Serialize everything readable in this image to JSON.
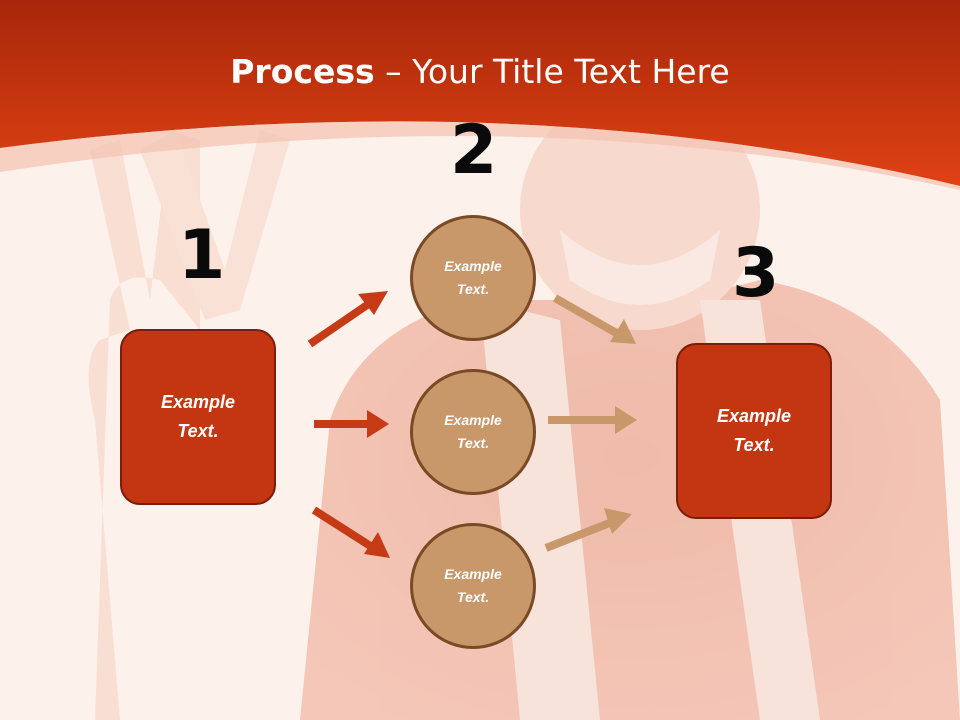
{
  "slide": {
    "title_bold": "Process",
    "title_rest": " – Your Title Text Here",
    "steps": [
      {
        "number": "1",
        "label": "Example Text."
      },
      {
        "number": "2",
        "label": "Example Text."
      },
      {
        "number": "3",
        "label": "Example Text."
      }
    ],
    "circles": [
      {
        "label": "Example Text."
      },
      {
        "label": "Example Text."
      },
      {
        "label": "Example Text."
      }
    ]
  },
  "colors": {
    "header": "#cf3a0f",
    "step_box": "#c43512",
    "circle": "#c8976a",
    "arrow_in": "#c63a16",
    "arrow_out": "#c8976a"
  }
}
